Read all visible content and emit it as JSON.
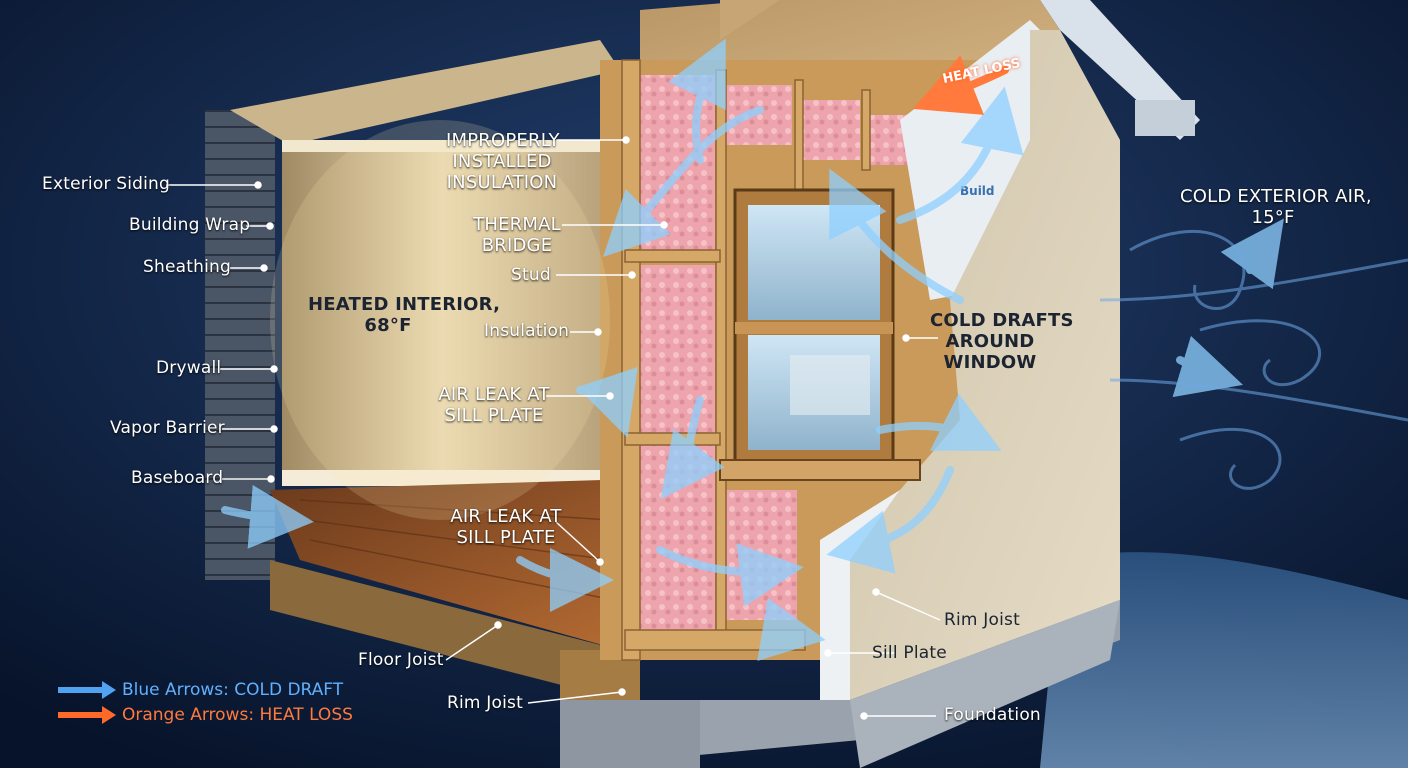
{
  "callouts": {
    "exterior_siding": "Exterior Siding",
    "building_wrap": "Building Wrap",
    "sheathing": "Sheathing",
    "drywall": "Drywall",
    "vapor_barrier": "Vapor Barrier",
    "baseboard": "Baseboard",
    "improperly_installed_insulation": [
      "IMPROPERLY",
      "INSTALLED",
      "INSULATION"
    ],
    "thermal_bridge": [
      "THERMAL",
      "BRIDGE"
    ],
    "stud": "Stud",
    "heated_interior": [
      "HEATED INTERIOR,",
      "68°F"
    ],
    "insulation": "Insulation",
    "air_leak_sill_plate_upper": [
      "AIR LEAK AT",
      "SILL PLATE"
    ],
    "air_leak_sill_plate_lower": [
      "AIR LEAK AT",
      "SILL PLATE"
    ],
    "cold_drafts_window": [
      "COLD DRAFTS",
      "AROUND",
      "WINDOW"
    ],
    "cold_exterior_air": [
      "COLD EXTERIOR AIR,",
      "15°F"
    ],
    "heat_loss": "HEAT LOSS",
    "rim_joist_right": "Rim Joist",
    "sill_plate": "Sill Plate",
    "foundation": "Foundation",
    "floor_joist": "Floor Joist",
    "rim_joist_bottom": "Rim Joist"
  },
  "legend": {
    "blue": "Blue Arrows: COLD DRAFT",
    "orange": "Orange Arrows: HEAT LOSS"
  },
  "colors": {
    "cold_draft": "#4fa3f0",
    "heat_loss": "#ff6a2a",
    "background": "#0b1a33",
    "insulation": "#f0a8b0",
    "stucco": "#d8cdb6",
    "wood": "#c99a5a"
  }
}
